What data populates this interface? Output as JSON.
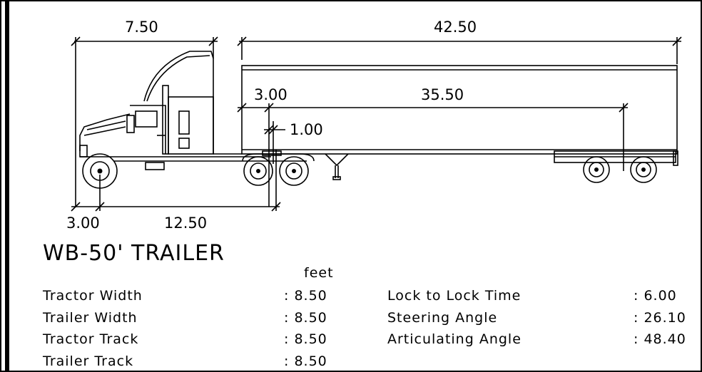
{
  "dimensions": {
    "tractor_front": "7.50",
    "trailer_length": "42.50",
    "trailer_front_to_kingpin": "3.00",
    "kingpin_to_rear_axle": "35.50",
    "kingpin_offset": "1.00",
    "front_overhang": "3.00",
    "tractor_wheelbase": "12.50"
  },
  "vehicle": {
    "name": "WB-50' TRAILER",
    "units": "feet"
  },
  "specs_left": [
    {
      "label": "Tractor Width",
      "value": ": 8.50"
    },
    {
      "label": "Trailer Width",
      "value": ": 8.50"
    },
    {
      "label": "Tractor Track",
      "value": ": 8.50"
    },
    {
      "label": "Trailer Track",
      "value": ": 8.50"
    }
  ],
  "specs_right": [
    {
      "label": "Lock to Lock Time",
      "value": ": 6.00"
    },
    {
      "label": "Steering Angle",
      "value": ": 26.10"
    },
    {
      "label": "Articulating Angle",
      "value": ": 48.40"
    }
  ]
}
